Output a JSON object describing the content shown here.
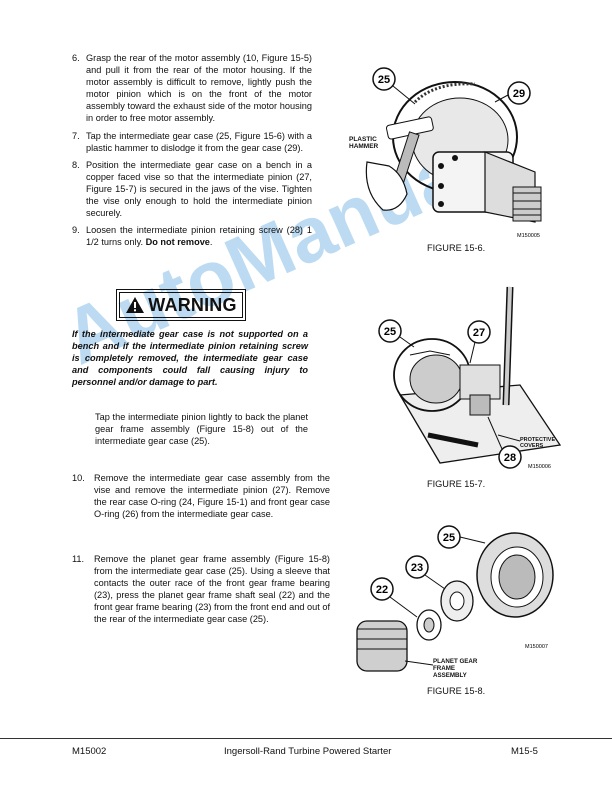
{
  "steps": [
    {
      "num": "6.",
      "text": "Grasp the rear of the motor assembly (10, Figure 15-5) and pull it from the rear of the motor housing. If the motor assembly is difficult to remove, lightly push the motor pinion which is on the front of the motor assembly toward the exhaust side of the motor housing in order to free motor assembly."
    },
    {
      "num": "7.",
      "text": "Tap the intermediate gear case (25, Figure 15-6) with a plastic hammer to dislodge it from the gear case (29)."
    },
    {
      "num": "8.",
      "text": "Position the intermediate gear case on a bench in a copper faced vise so that the intermediate pinion (27, Figure 15-7) is secured in the jaws of the vise. Tighten the vise only enough to hold the intermediate pinion securely."
    },
    {
      "num": "9.",
      "text": "Loosen the intermediate pinion retaining screw (28) 1 1/2 turns only.",
      "bold": "Do not remove",
      "tail": "."
    }
  ],
  "warning": {
    "label": "WARNING",
    "text": "If the intermediate gear case is not supported on a bench and if the intermediate pinion retaining screw is completely removed, the intermediate gear case and components could fall causing injury to personnel and/or damage to part."
  },
  "tap_text": "Tap the intermediate pinion lightly to back the planet gear frame assembly (Figure 15-8) out of the intermediate gear case (25).",
  "step10": {
    "num": "10.",
    "text": "Remove the intermediate gear case assembly from the vise and remove the intermediate pinion (27). Remove the rear case O-ring (24, Figure 15-1) and front gear case O-ring (26) from the intermediate gear case."
  },
  "step11": {
    "num": "11.",
    "text": "Remove the planet gear frame assembly (Figure 15-8) from the intermediate gear case (25). Using a sleeve that contacts the outer race of the front gear frame bearing (23), press the planet gear frame shaft seal (22) and the front gear frame bearing (23) from the front end and out of the rear of the intermediate gear case (25)."
  },
  "figures": {
    "fig6": {
      "caption": "FIGURE 15-6.",
      "code": "M150005",
      "callouts": [
        "25",
        "29"
      ],
      "label": "PLASTIC HAMMER"
    },
    "fig7": {
      "caption": "FIGURE 15-7.",
      "code": "M150006",
      "callouts": [
        "25",
        "27",
        "28"
      ],
      "label": "PROTECTIVE COVERS"
    },
    "fig8": {
      "caption": "FIGURE 15-8.",
      "code": "M150007",
      "callouts": [
        "25",
        "23",
        "22"
      ],
      "label": "PLANET GEAR FRAME ASSEMBLY"
    }
  },
  "watermark": "AutoManual",
  "footer": {
    "left": "M15002",
    "center": "Ingersoll-Rand Turbine Powered Starter",
    "right": "M15-5"
  }
}
